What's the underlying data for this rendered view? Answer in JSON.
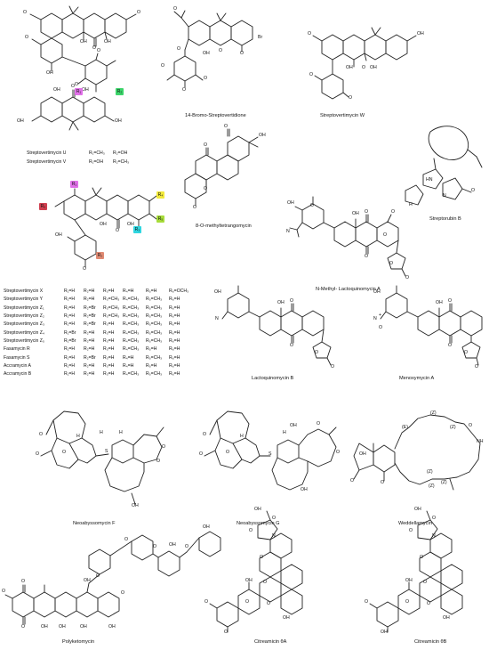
{
  "compounds": {
    "streptovertimycin_w": "Streptovertimycin W",
    "bromo_streptovertidione": "14-Bromo-Streptovertidione",
    "o_methyltetrangomycin": "8-O-methyltetrangomycin",
    "streptorubin_b": "Streptorubin B",
    "n_methyl_lactoquinomycin_a": "N-Methyl- Lactoquinomycin A",
    "lactoquinomycin_b": "Lactoquinomycin B",
    "menoxymycin_a": "Menoxymycin A",
    "neoabyssomycin_f": "Neoabyssomycin F",
    "neoabyssomycin_g": "Neoabyssomycin G",
    "weddellamycin": "Weddellamycin",
    "polyketomycin": "Polyketomycin",
    "citreamicin_theta_a": "Citreamicin θA",
    "citreamicin_theta_b": "Citreamicin θB"
  },
  "uv_table": [
    [
      "Streptovertimycin U",
      "R₁=CH₃",
      "R₂=OH"
    ],
    [
      "Streptovertimycin V",
      "R₁=OH",
      "R₂=CH₃"
    ]
  ],
  "r_labels": {
    "r1": "R₁",
    "r2": "R₂",
    "r3": "R₃",
    "r4": "R₄",
    "r5": "R₅",
    "r6": "R₆"
  },
  "r_table": [
    [
      "Streptovertimycin X",
      "R₁=H",
      "R₂=H",
      "R₃=H",
      "R₄=H",
      "R₅=H",
      "R₆=OCH₃"
    ],
    [
      "Streptovertimycin Y",
      "R₁=H",
      "R₂=H",
      "R₃=CH₃",
      "R₄=CH₃",
      "R₅=CH₃",
      "R₆=H"
    ],
    [
      "Streptovertimycin Z₁",
      "R₁=H",
      "R₂=Br",
      "R₃=CH₃",
      "R₄=CH₃",
      "R₅=CH₃",
      "R₆=H"
    ],
    [
      "Streptovertimycin Z₂",
      "R₁=H",
      "R₂=Br",
      "R₃=CH₃",
      "R₄=CH₃",
      "R₅=CH₃",
      "R₆=H"
    ],
    [
      "Streptovertimycin Z₃",
      "R₁=H",
      "R₂=Br",
      "R₃=H",
      "R₄=CH₃",
      "R₅=CH₃",
      "R₆=H"
    ],
    [
      "Streptovertimycin Z₄",
      "R₁=Br",
      "R₂=H",
      "R₃=H",
      "R₄=CH₃",
      "R₅=CH₃",
      "R₆=H"
    ],
    [
      "Streptovertimycin Z₅",
      "R₁=Br",
      "R₂=H",
      "R₃=H",
      "R₄=CH₃",
      "R₅=CH₃",
      "R₆=H"
    ],
    [
      "Fasamycin R",
      "R₁=H",
      "R₂=H",
      "R₃=H",
      "R₄=CH₃",
      "R₅=H",
      "R₆=H"
    ],
    [
      "Fasamycin S",
      "R₁=H",
      "R₂=Br",
      "R₃=H",
      "R₄=H",
      "R₅=CH₃",
      "R₆=H"
    ],
    [
      "Accramycin A",
      "R₁=H",
      "R₂=H",
      "R₃=H",
      "R₄=H",
      "R₅=H",
      "R₆=H"
    ],
    [
      "Accramycin B",
      "R₁=H",
      "R₂=H",
      "R₃=H",
      "R₄=CH₃",
      "R₅=CH₃",
      "R₆=H"
    ]
  ],
  "atoms": {
    "oh": "OH",
    "o": "O",
    "br": "Br",
    "nh": "NH",
    "h": "H",
    "n": "N",
    "hn": "HN",
    "s": "S",
    "plus": "+"
  },
  "stereo": {
    "z": "(Z)",
    "e": "(E)"
  },
  "highlight_colors": {
    "r1": "#e070e8",
    "r2": "#3cd46a",
    "r3": "#2fd6e0",
    "r4": "#f2e93a",
    "r5": "#a7dc3a",
    "r6": "#e08a73",
    "r0": "#d04050"
  }
}
